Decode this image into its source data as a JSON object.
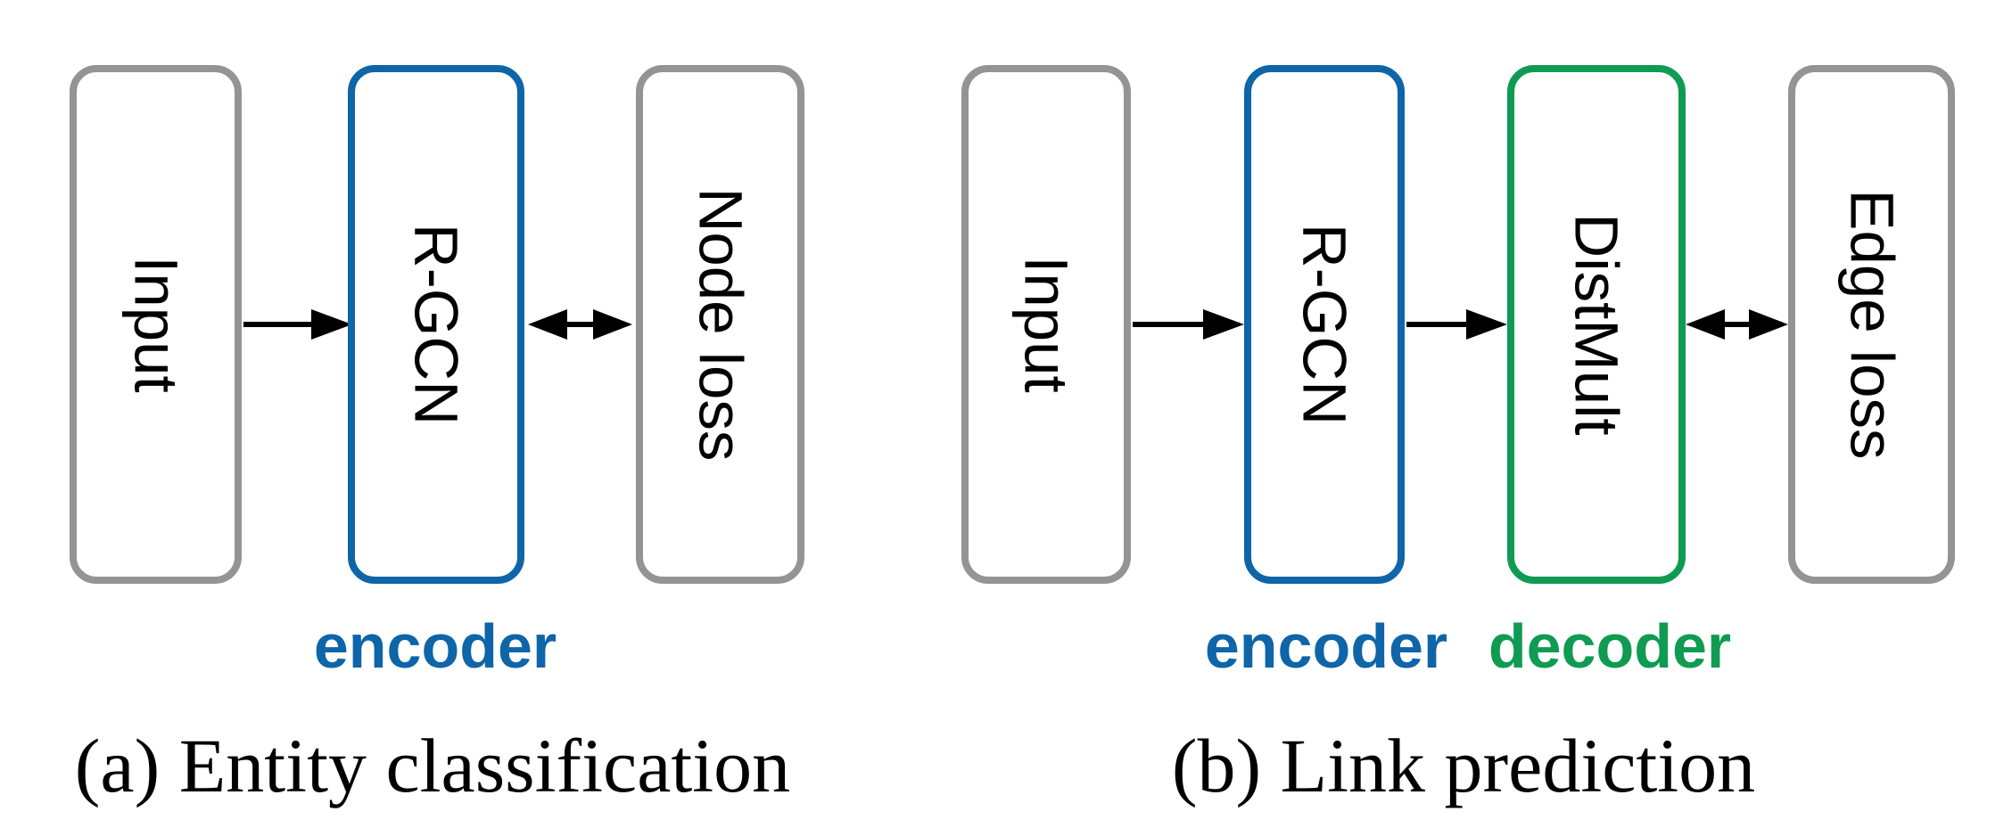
{
  "colors": {
    "box_border_gray": "#949494",
    "encoder_blue": "#0e65a8",
    "decoder_green": "#0f9b52",
    "text_black": "#000000",
    "background": "#ffffff"
  },
  "diagrams": [
    {
      "caption": "(a) Entity classification",
      "boxes": [
        {
          "label": "Input",
          "border": "gray"
        },
        {
          "label": "R-GCN",
          "border": "blue"
        },
        {
          "label": "Node loss",
          "border": "gray"
        }
      ],
      "arrows": [
        {
          "from": "Input",
          "to": "R-GCN",
          "type": "single"
        },
        {
          "from": "R-GCN",
          "to": "Node loss",
          "type": "double"
        }
      ],
      "annotations": [
        {
          "text": "encoder",
          "color": "blue",
          "under": "R-GCN"
        }
      ]
    },
    {
      "caption": "(b) Link prediction",
      "boxes": [
        {
          "label": "Input",
          "border": "gray"
        },
        {
          "label": "R-GCN",
          "border": "blue"
        },
        {
          "label": "DistMult",
          "border": "green"
        },
        {
          "label": "Edge loss",
          "border": "gray"
        }
      ],
      "arrows": [
        {
          "from": "Input",
          "to": "R-GCN",
          "type": "single"
        },
        {
          "from": "R-GCN",
          "to": "DistMult",
          "type": "single"
        },
        {
          "from": "DistMult",
          "to": "Edge loss",
          "type": "double"
        }
      ],
      "annotations": [
        {
          "text": "encoder",
          "color": "blue",
          "under": "R-GCN"
        },
        {
          "text": "decoder",
          "color": "green",
          "under": "DistMult"
        }
      ]
    }
  ]
}
